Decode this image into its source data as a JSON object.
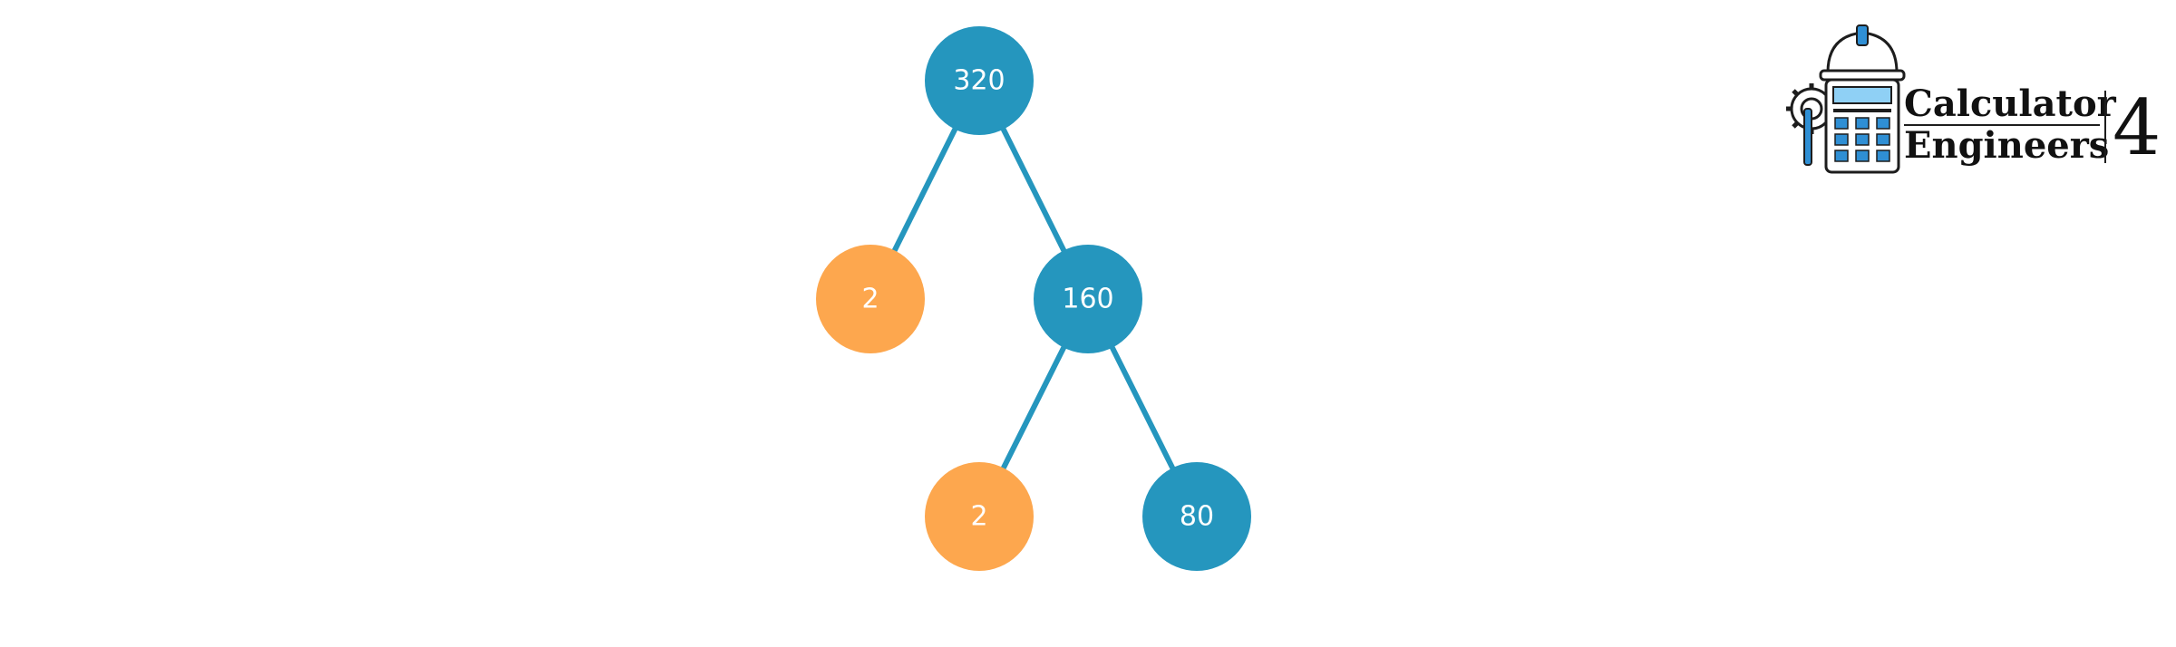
{
  "colors": {
    "composite": "#2596be",
    "prime": "#fda74e",
    "edge": "#2596be",
    "label": "#ffffff",
    "logo_blue": "#2f8fd4",
    "logo_light_blue": "#8fd0f5"
  },
  "factor_tree": {
    "nodes": [
      {
        "id": "n320",
        "label": "320",
        "kind": "composite"
      },
      {
        "id": "n2a",
        "label": "2",
        "kind": "prime"
      },
      {
        "id": "n160",
        "label": "160",
        "kind": "composite"
      },
      {
        "id": "n2b",
        "label": "2",
        "kind": "prime"
      },
      {
        "id": "n80",
        "label": "80",
        "kind": "composite"
      }
    ],
    "edges": [
      {
        "from": "n320",
        "to": "n2a"
      },
      {
        "from": "n320",
        "to": "n160"
      },
      {
        "from": "n160",
        "to": "n2b"
      },
      {
        "from": "n160",
        "to": "n80"
      }
    ]
  },
  "logo": {
    "line1": "Calculator",
    "line2": "Engineers",
    "number": "4",
    "icon": "calculator-hardhat-icon"
  }
}
